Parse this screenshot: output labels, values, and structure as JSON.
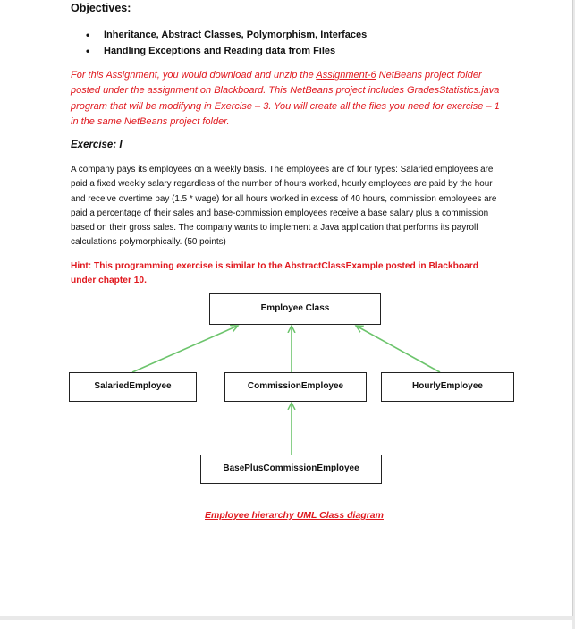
{
  "objectives": {
    "title": "Objectives:",
    "items": [
      "Inheritance, Abstract Classes, Polymorphism, Interfaces",
      "Handling Exceptions and Reading data from Files"
    ]
  },
  "intro": {
    "before": "For this Assignment, you would download and unzip the ",
    "link": "Assignment-6",
    "after": " NetBeans project folder posted under the assignment on Blackboard. This NetBeans project includes GradesStatistics.java program that will be modifying in Exercise – 3. You will create all the files you need for exercise – 1 in the same NetBeans project folder."
  },
  "exercise": {
    "title": "Exercise: I",
    "body": "A company pays its employees on a weekly basis. The employees are of four types: Salaried employees are paid a fixed weekly salary regardless of the number of hours worked, hourly employees are paid by the hour and receive overtime pay (1.5 * wage) for all hours worked in excess of 40 hours, commission employees are paid a percentage of their sales and base-commission employees receive a base salary plus a commission based on their gross sales. The company wants to implement a Java application that performs its payroll calculations polymorphically. (50 points)",
    "hint": "Hint: This programming exercise is similar to the AbstractClassExample posted in Blackboard under chapter 10."
  },
  "diagram": {
    "classes": {
      "employee": "Employee Class",
      "salaried": "SalariedEmployee",
      "commission": "CommissionEmployee",
      "hourly": "HourlyEmployee",
      "base_plus": "BasePlusCommissionEmployee"
    },
    "caption": "Employee hierarchy UML Class diagram",
    "arrow_color": "#6cc46c"
  },
  "colors": {
    "accent_red": "#e0191f"
  }
}
